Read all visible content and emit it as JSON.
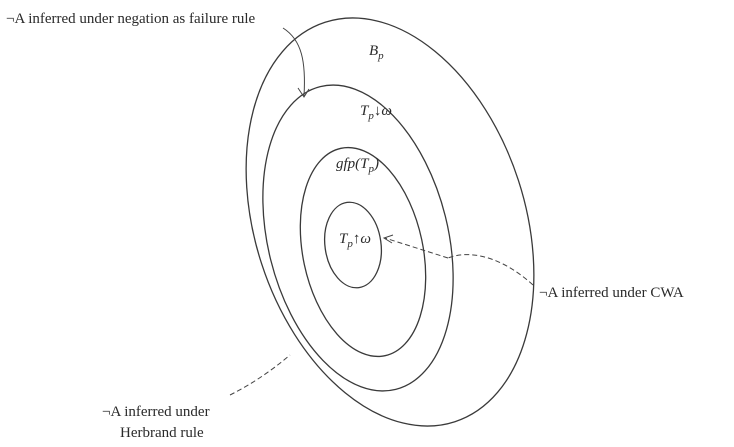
{
  "labels": {
    "negation_as_failure": "¬A inferred under negation as failure rule",
    "cwa": "¬A inferred under CWA",
    "herbrand_line1": "¬A inferred under",
    "herbrand_line2": "Herbrand rule"
  },
  "sets": {
    "bp": {
      "main": "B",
      "sub": "p",
      "tail": ""
    },
    "tp_down": {
      "main": "T",
      "sub": "p",
      "tail": "↓ω"
    },
    "gfp": {
      "main": "gfp(T",
      "sub": "p",
      "tail": ")"
    },
    "tp_up": {
      "main": "T",
      "sub": "p",
      "tail": "↑ω"
    }
  },
  "colors": {
    "ink": "#2a2a2a",
    "background": "#ffffff"
  }
}
